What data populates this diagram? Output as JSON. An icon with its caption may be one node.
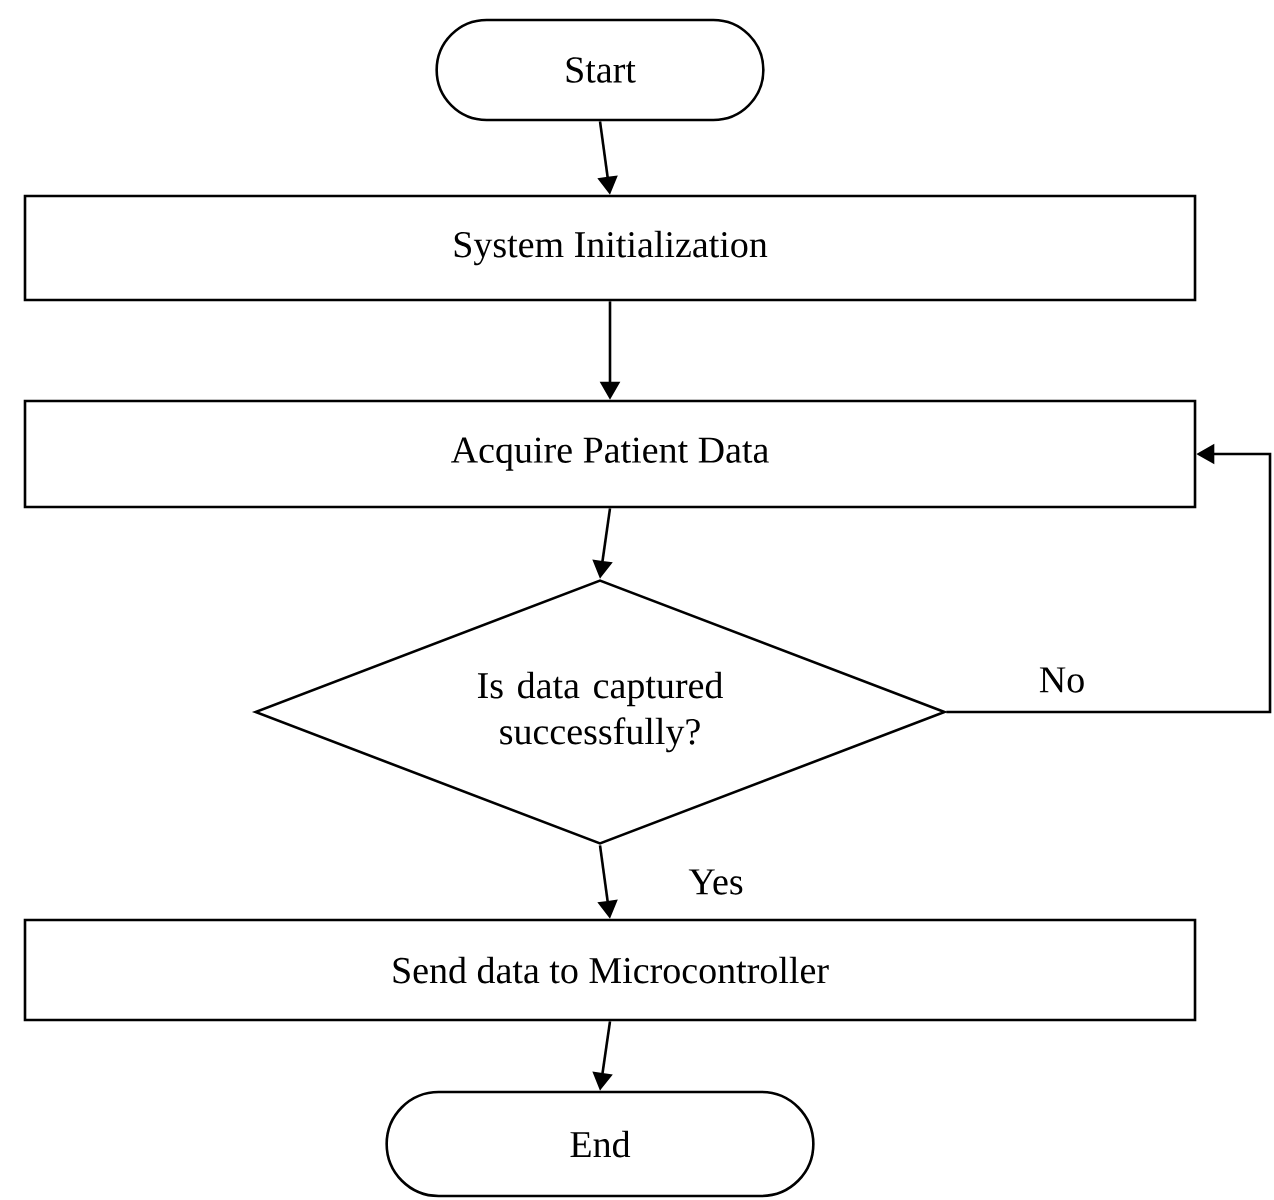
{
  "diagram": {
    "nodes": [
      {
        "text": [
          "Start"
        ]
      },
      {
        "text": [
          "System Initialization"
        ]
      },
      {
        "text": [
          "Acquire Patient Data"
        ]
      },
      {
        "text": [
          "Is data captured successfully?"
        ]
      },
      {
        "text": [
          "Send data to Microcontroller"
        ]
      },
      {
        "text": [
          "End"
        ]
      }
    ],
    "edges": [
      {
        "from": 0,
        "to": 1,
        "arrow": "to"
      },
      {
        "from": 1,
        "to": 2,
        "arrow": "to"
      },
      {
        "from": 2,
        "to": 3,
        "arrow": "to"
      },
      {
        "from": 3,
        "to": 4,
        "arrow": "to",
        "label": "Yes"
      },
      {
        "from": 3,
        "to": 2,
        "arrow": "to",
        "label": "No"
      },
      {
        "from": 4,
        "to": 5,
        "arrow": "to"
      }
    ]
  }
}
